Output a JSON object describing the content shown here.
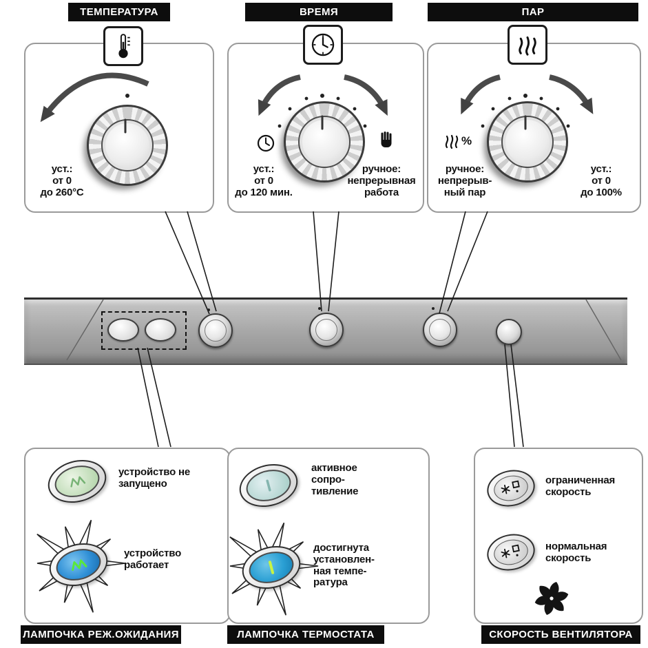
{
  "headers": {
    "temperature": "ТЕМПЕРАТУРА",
    "time": "ВРЕМЯ",
    "steam": "ПАР"
  },
  "temperature": {
    "range": "уст.:\nот 0\nдо 260°C"
  },
  "time": {
    "range": "уст.:\nот 0\nдо 120 мин.",
    "manual": "ручное:\nнепрерывная\nработа"
  },
  "steam": {
    "manual": "ручное:\nнепрерыв-\nный пар",
    "range": "уст.:\nот 0\nдо 100%",
    "percent": "%"
  },
  "standby": {
    "label": "ЛАМПОЧКА РЕЖ.ОЖИДАНИЯ",
    "off_text": "устройство не\nзапущено",
    "on_text": "устройство\nработает"
  },
  "thermostat": {
    "label": "ЛАМПОЧКА ТЕРМОСТАТА",
    "active_text": "активное\nсопро-\nтивление",
    "reached_text": "достигнута\nустановлен-\nная темпе-\nратура"
  },
  "fan": {
    "label": "СКОРОСТЬ ВЕНТИЛЯТОРА",
    "limited_text": "ограниченная\nскорость",
    "normal_text": "нормальная\nскорость"
  },
  "icons": {
    "thermometer-icon": "thermometer in rounded square",
    "clock-icon": "clock face in rounded square",
    "steam-icon": "rising steam waves in rounded square",
    "timer-mode-icon": "small clock",
    "manual-mode-icon": "hand",
    "steam-percent-icon": "steam waves with percent sign",
    "ccw-arrow-icon": "thick curved arrow counterclockwise",
    "cw-arrow-icon": "thick curved arrow clockwise",
    "burst-icon": "starburst flash around lit lamp",
    "snowflake-icon": "snowflake with small square",
    "fan-icon": "fan blades"
  },
  "colors": {
    "header_bg": "#0d0d0d",
    "header_text": "#ffffff",
    "panel_border": "#9a9a9a",
    "strip_gray": "#a8a8a8",
    "lamp_on_blue": "#2f8fd6",
    "lamp_glyph_green": "#59e83c",
    "thermostat_glyph_green": "#c8f442"
  }
}
